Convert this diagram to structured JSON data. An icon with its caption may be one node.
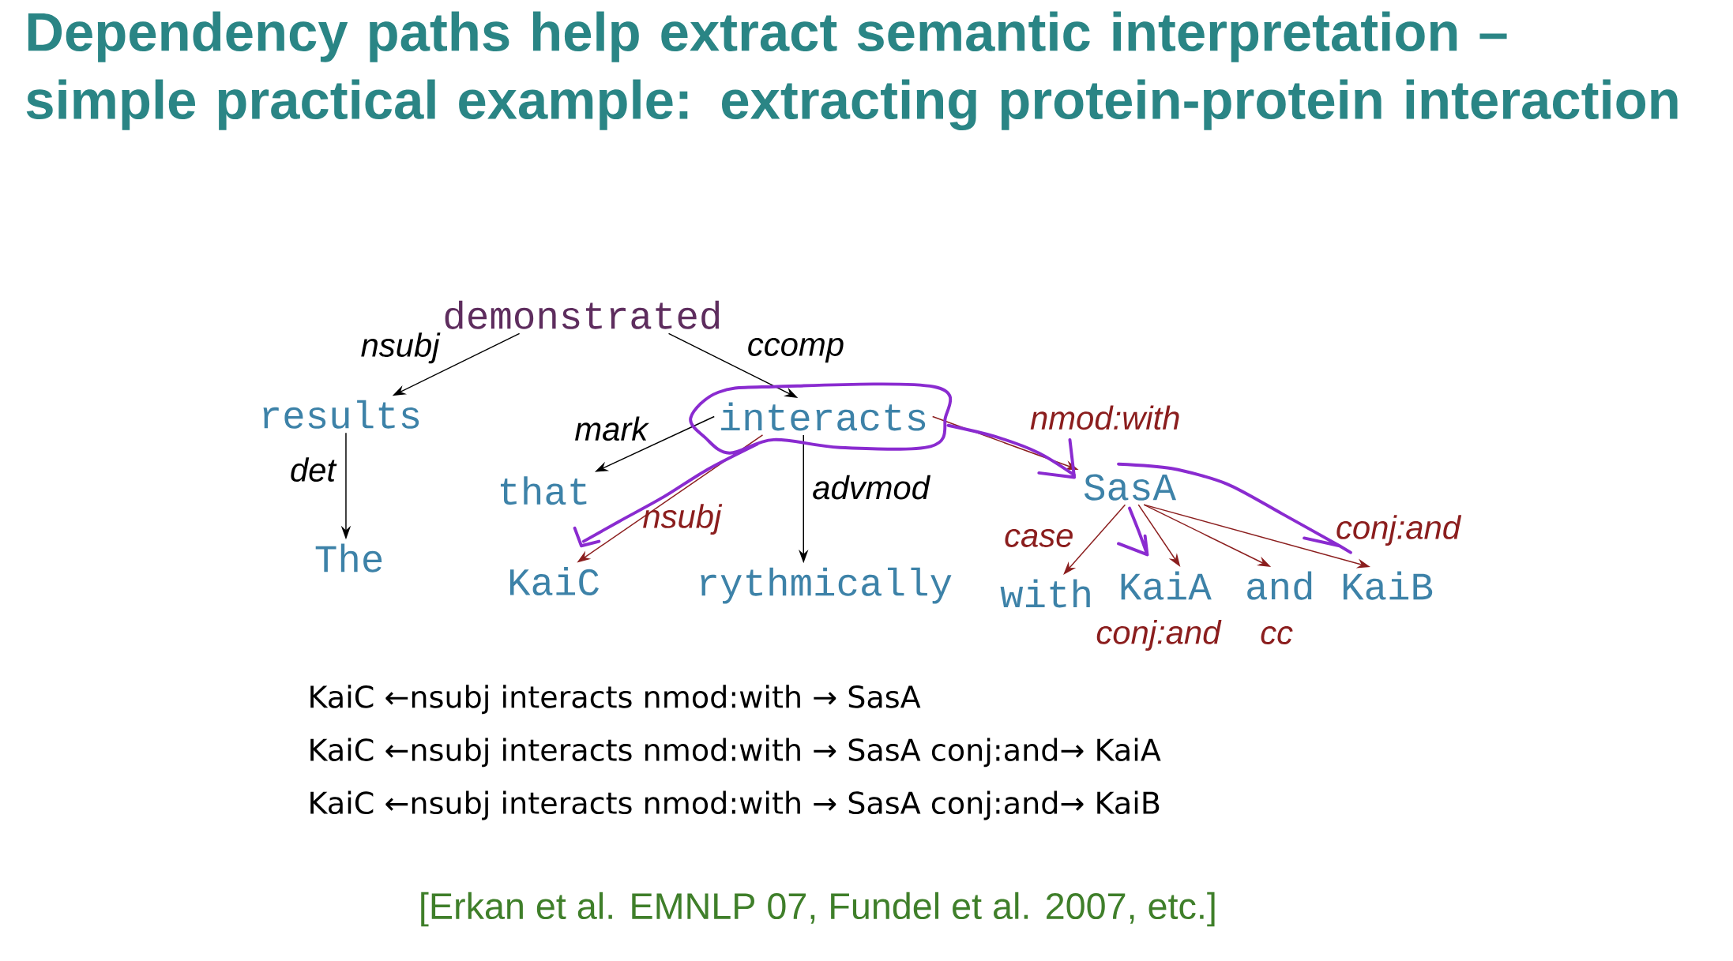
{
  "diagram": {
    "title": "Dependency paths help extract semantic interpretation – simple practical example: extracting protein-protein interaction",
    "nodes": [
      {
        "text": [
          "demonstrated"
        ]
      },
      {
        "text": [
          "results"
        ]
      },
      {
        "text": [
          "The"
        ]
      },
      {
        "text": [
          "interacts"
        ]
      },
      {
        "text": [
          "that"
        ]
      },
      {
        "text": [
          "KaiC"
        ]
      },
      {
        "text": [
          "rythmically"
        ]
      },
      {
        "text": [
          "SasA"
        ]
      },
      {
        "text": [
          "with"
        ]
      },
      {
        "text": [
          "KaiA"
        ]
      },
      {
        "text": [
          "and"
        ]
      },
      {
        "text": [
          "KaiB"
        ]
      }
    ],
    "edges": [
      {
        "from": 0,
        "to": 1,
        "arrow": "to",
        "label": "nsubj",
        "color": "#000000"
      },
      {
        "from": 1,
        "to": 2,
        "arrow": "to",
        "label": "det",
        "color": "#000000"
      },
      {
        "from": 0,
        "to": 3,
        "arrow": "to",
        "label": "ccomp",
        "color": "#000000"
      },
      {
        "from": 3,
        "to": 4,
        "arrow": "to",
        "label": "mark",
        "color": "#000000"
      },
      {
        "from": 3,
        "to": 5,
        "arrow": "to",
        "label": "nsubj"
      },
      {
        "from": 3,
        "to": 6,
        "arrow": "to",
        "label": "advmod",
        "color": "#000000"
      },
      {
        "from": 3,
        "to": 7,
        "arrow": "to",
        "label": "nmod:with"
      },
      {
        "from": 7,
        "to": 8,
        "arrow": "to",
        "label": "case"
      },
      {
        "from": 7,
        "to": 9,
        "arrow": "to",
        "label": "conj:and"
      },
      {
        "from": 7,
        "to": 10,
        "arrow": "to",
        "label": "cc"
      },
      {
        "from": 7,
        "to": 11,
        "arrow": "to",
        "label": "conj:and"
      }
    ],
    "labels": [
      "KaiC ←nsubj interacts nmod:with → SasA",
      "KaiC ←nsubj interacts nmod:with → SasA conj:and→ KaiA",
      "KaiC ←nsubj interacts nmod:with → SasA conj:and→ KaiB",
      "[Erkan et al. EMNLP 07, Fundel et al. 2007, etc.]"
    ]
  }
}
